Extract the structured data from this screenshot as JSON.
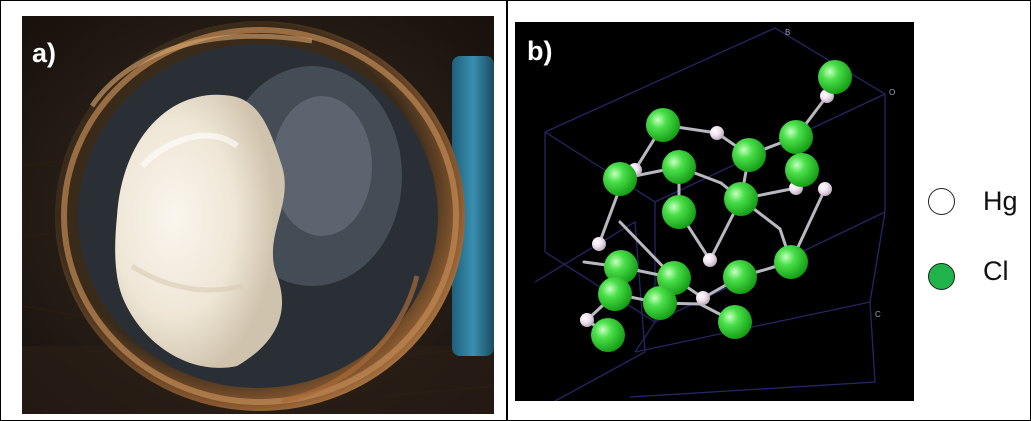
{
  "panels": {
    "a": {
      "label": "a)"
    },
    "b": {
      "label": "b)",
      "axis_labels": {
        "b": "B",
        "o": "O",
        "c": "C"
      }
    }
  },
  "legend": [
    {
      "label": "Hg",
      "color": "#ffffff"
    },
    {
      "label": "Cl",
      "color": "#1fb34a"
    }
  ],
  "colors": {
    "chlorine": "#33dd33",
    "mercury": "#e8dce8",
    "bond": "#b8b8c0",
    "cell": "#2a2a6a",
    "border": "#000000"
  }
}
